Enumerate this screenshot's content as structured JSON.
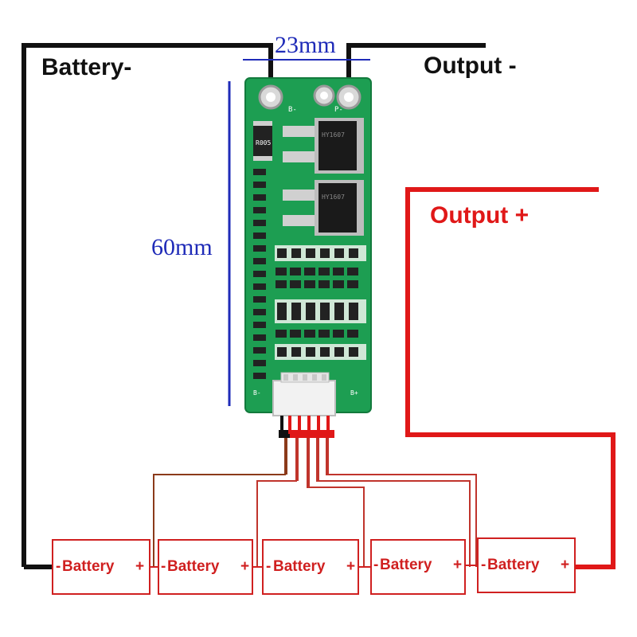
{
  "labels": {
    "battery_neg": "Battery-",
    "output_neg": "Output -",
    "output_pos": "Output +",
    "width_dim": "23mm",
    "height_dim": "60mm"
  },
  "board": {
    "pad_b_minus": "B-",
    "pad_p_minus": "P-",
    "mosfet_1": "HY1607",
    "mosfet_2": "HY1607",
    "resistor": "R005",
    "connector_minus": "B-",
    "connector_plus": "B+"
  },
  "batteries": [
    {
      "prefix": "-",
      "label": "Battery",
      "suffix": "+"
    },
    {
      "prefix": "-",
      "label": "Battery",
      "suffix": "+"
    },
    {
      "prefix": "-",
      "label": "Battery",
      "suffix": "+"
    },
    {
      "prefix": "-",
      "label": "Battery",
      "suffix": "+"
    },
    {
      "prefix": "-",
      "label": "Battery",
      "suffix": "+"
    }
  ],
  "colors": {
    "negative_wire": "#111111",
    "positive_wire": "#e01818",
    "balance_wire": "#c0342c",
    "dimension": "#1f2bb8",
    "pcb": "#1d9e52",
    "battery_border": "#d02020"
  }
}
